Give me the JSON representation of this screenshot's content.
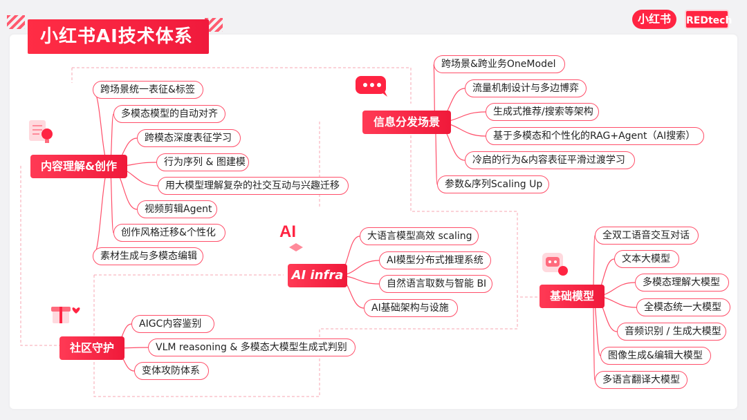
{
  "header": {
    "title": "小红书AI技术体系",
    "logo_text": "小红书",
    "brand_text": "REDtech"
  },
  "colors": {
    "accent": "#ff2442",
    "line": "#ff4d68",
    "dashed": "#f7a4b0"
  },
  "hubs": {
    "content": "内容理解&创作",
    "distribution": "信息分发场景",
    "infra": "AI infra",
    "foundation": "基础模型",
    "community": "社区守护"
  },
  "infra_icon_text": "AI",
  "leaves": {
    "content": [
      "跨场景统一表征&标签",
      "多模态模型的自动对齐",
      "跨模态深度表征学习",
      "行为序列 & 图建模",
      "用大模型理解复杂的社交互动与兴趣迁移",
      "视频剪辑Agent",
      "创作风格迁移&个性化",
      "素材生成与多模态编辑"
    ],
    "distribution": [
      "跨场景&跨业务OneModel",
      "流量机制设计与多边博弈",
      "生成式推荐/搜索等架构",
      "基于多模态和个性化的RAG+Agent（AI搜索）",
      "冷启的行为&内容表征平滑过渡学习",
      "参数&序列Scaling Up"
    ],
    "infra": [
      "大语言模型高效 scaling",
      "AI模型分布式推理系统",
      "自然语言取数与智能 BI",
      "AI基础架构与设施"
    ],
    "foundation": [
      "全双工语音交互对话",
      "文本大模型",
      "多模态理解大模型",
      "全模态统一大模型",
      "音频识别 / 生成大模型",
      "图像生成&编辑大模型",
      "多语言翻译大模型"
    ],
    "community": [
      "AIGC内容鉴别",
      "VLM reasoning & 多模态大模型生成式判别",
      "变体攻防体系"
    ]
  },
  "icons": [
    "lightbulb-doc-icon",
    "chat-bubble-icon",
    "ai-chip-icon",
    "robot-face-icon",
    "gift-heart-icon"
  ]
}
